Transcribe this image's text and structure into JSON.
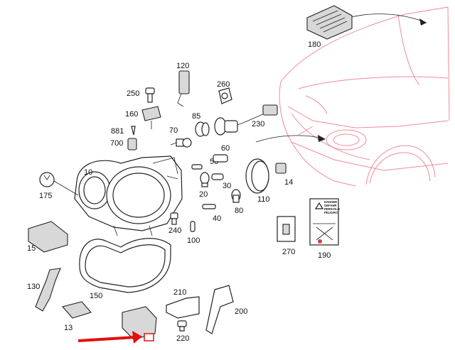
{
  "diagram": {
    "part_numbers": {
      "p180": "180",
      "p120": "120",
      "p260": "260",
      "p250": "250",
      "p160": "160",
      "p85": "85",
      "p230": "230",
      "p881": "881",
      "p70": "70",
      "p700": "700",
      "p10": "10",
      "p50": "50",
      "p60": "60",
      "p175": "175",
      "p20": "20",
      "p30": "30",
      "p14": "14",
      "p110": "110",
      "p80": "80",
      "p40": "40",
      "p240": "240",
      "p100": "100",
      "p15": "15",
      "p270": "270",
      "p190": "190",
      "p130": "130",
      "p150": "150",
      "p210": "210",
      "p200": "200",
      "p13": "13",
      "p220": "220"
    },
    "warning_label": {
      "line1": "DANGER",
      "line2": "GEFAHR",
      "line3": "PERICOLO",
      "line4": "PELIGRO"
    },
    "colors": {
      "car_outline": "#f08a9a",
      "arrow": "#e01010",
      "part_stroke": "#222222"
    },
    "icons": [
      "highlight-arrow-icon",
      "wrench-icon",
      "warning-triangle-icon"
    ]
  }
}
